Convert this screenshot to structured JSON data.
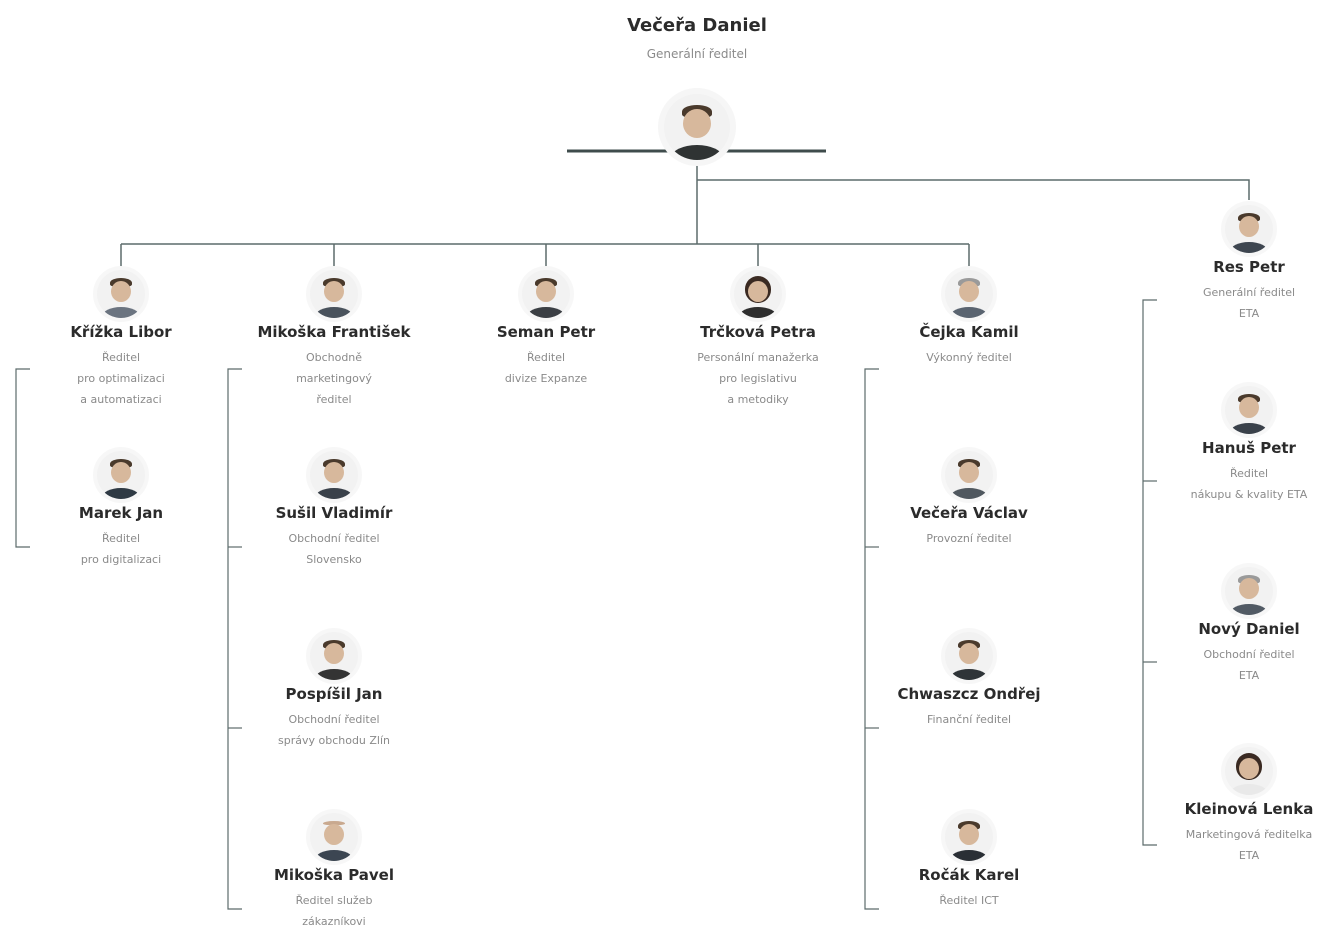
{
  "root": {
    "name": "Večeřa Daniel",
    "title": "Generální ředitel"
  },
  "directors": [
    {
      "name": "Křížka Libor",
      "title": "Ředitel\npro optimalizaci\na automatizaci"
    },
    {
      "name": "Mikoška František",
      "title": "Obchodně\nmarketingový\nředitel"
    },
    {
      "name": "Seman Petr",
      "title": "Ředitel\ndivize Expanze"
    },
    {
      "name": "Trčková Petra",
      "title": "Personální manažerka\npro legislativu\na metodiky"
    },
    {
      "name": "Čejka Kamil",
      "title": "Výkonný ředitel"
    },
    {
      "name": "Res Petr",
      "title": "Generální ředitel\nETA"
    }
  ],
  "subordinates": {
    "krizka": [
      {
        "name": "Marek Jan",
        "title": "Ředitel\npro digitalizaci"
      }
    ],
    "mikoska": [
      {
        "name": "Sušil Vladimír",
        "title": "Obchodní ředitel\nSlovensko"
      },
      {
        "name": "Pospíšil Jan",
        "title": "Obchodní ředitel\nsprávy obchodu Zlín"
      },
      {
        "name": "Mikoška Pavel",
        "title": "Ředitel služeb\nzákazníkovi"
      }
    ],
    "cejka": [
      {
        "name": "Večeřa Václav",
        "title": "Provozní ředitel"
      },
      {
        "name": "Chwaszcz Ondřej",
        "title": "Finanční ředitel"
      },
      {
        "name": "Ročák Karel",
        "title": "Ředitel ICT"
      }
    ],
    "res": [
      {
        "name": "Hanuš Petr",
        "title": "Ředitel\nnákupu & kvality ETA"
      },
      {
        "name": "Nový Daniel",
        "title": "Obchodní ředitel\nETA"
      },
      {
        "name": "Kleinová Lenka",
        "title": "Marketingová ředitelka\nETA"
      }
    ]
  },
  "colors": {
    "line": "#5c6b6b",
    "name": "#2b2b2b",
    "title": "#8a8a8a"
  }
}
